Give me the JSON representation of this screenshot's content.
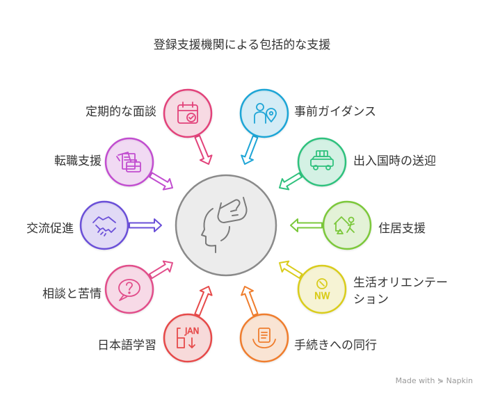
{
  "title": "登録支援機関による包括的な支援",
  "center": {
    "icon": "hand-on-head-icon",
    "color": "#8a8a8a"
  },
  "items": [
    {
      "label": "定期的な面談",
      "icon": "calendar-check-icon",
      "color": "#e2427a"
    },
    {
      "label": "転職支援",
      "icon": "portfolio-briefcase-icon",
      "color": "#c14dcf"
    },
    {
      "label": "交流促進",
      "icon": "handshake-icon",
      "color": "#6a4fd8"
    },
    {
      "label": "相談と苦情",
      "icon": "speech-question-icon",
      "color": "#e14d8a"
    },
    {
      "label": "日本語学習",
      "icon": "calendar-jan-icon",
      "color": "#e64a4a"
    },
    {
      "label": "手続きへの同行",
      "icon": "document-in-hand-icon",
      "color": "#ef7d2d"
    },
    {
      "label": "生活オリエンテーション",
      "label_lines": [
        "生活オリエンテー",
        "ション"
      ],
      "icon": "compass-nw-icon",
      "color": "#d9cc1c"
    },
    {
      "label": "住居支援",
      "icon": "house-person-icon",
      "color": "#7bc83b"
    },
    {
      "label": "出入国時の送迎",
      "icon": "car-luggage-icon",
      "color": "#2fc17d"
    },
    {
      "label": "事前ガイダンス",
      "icon": "person-location-icon",
      "color": "#1ea5d6"
    }
  ],
  "footer": "Made with ⋟ Napkin"
}
